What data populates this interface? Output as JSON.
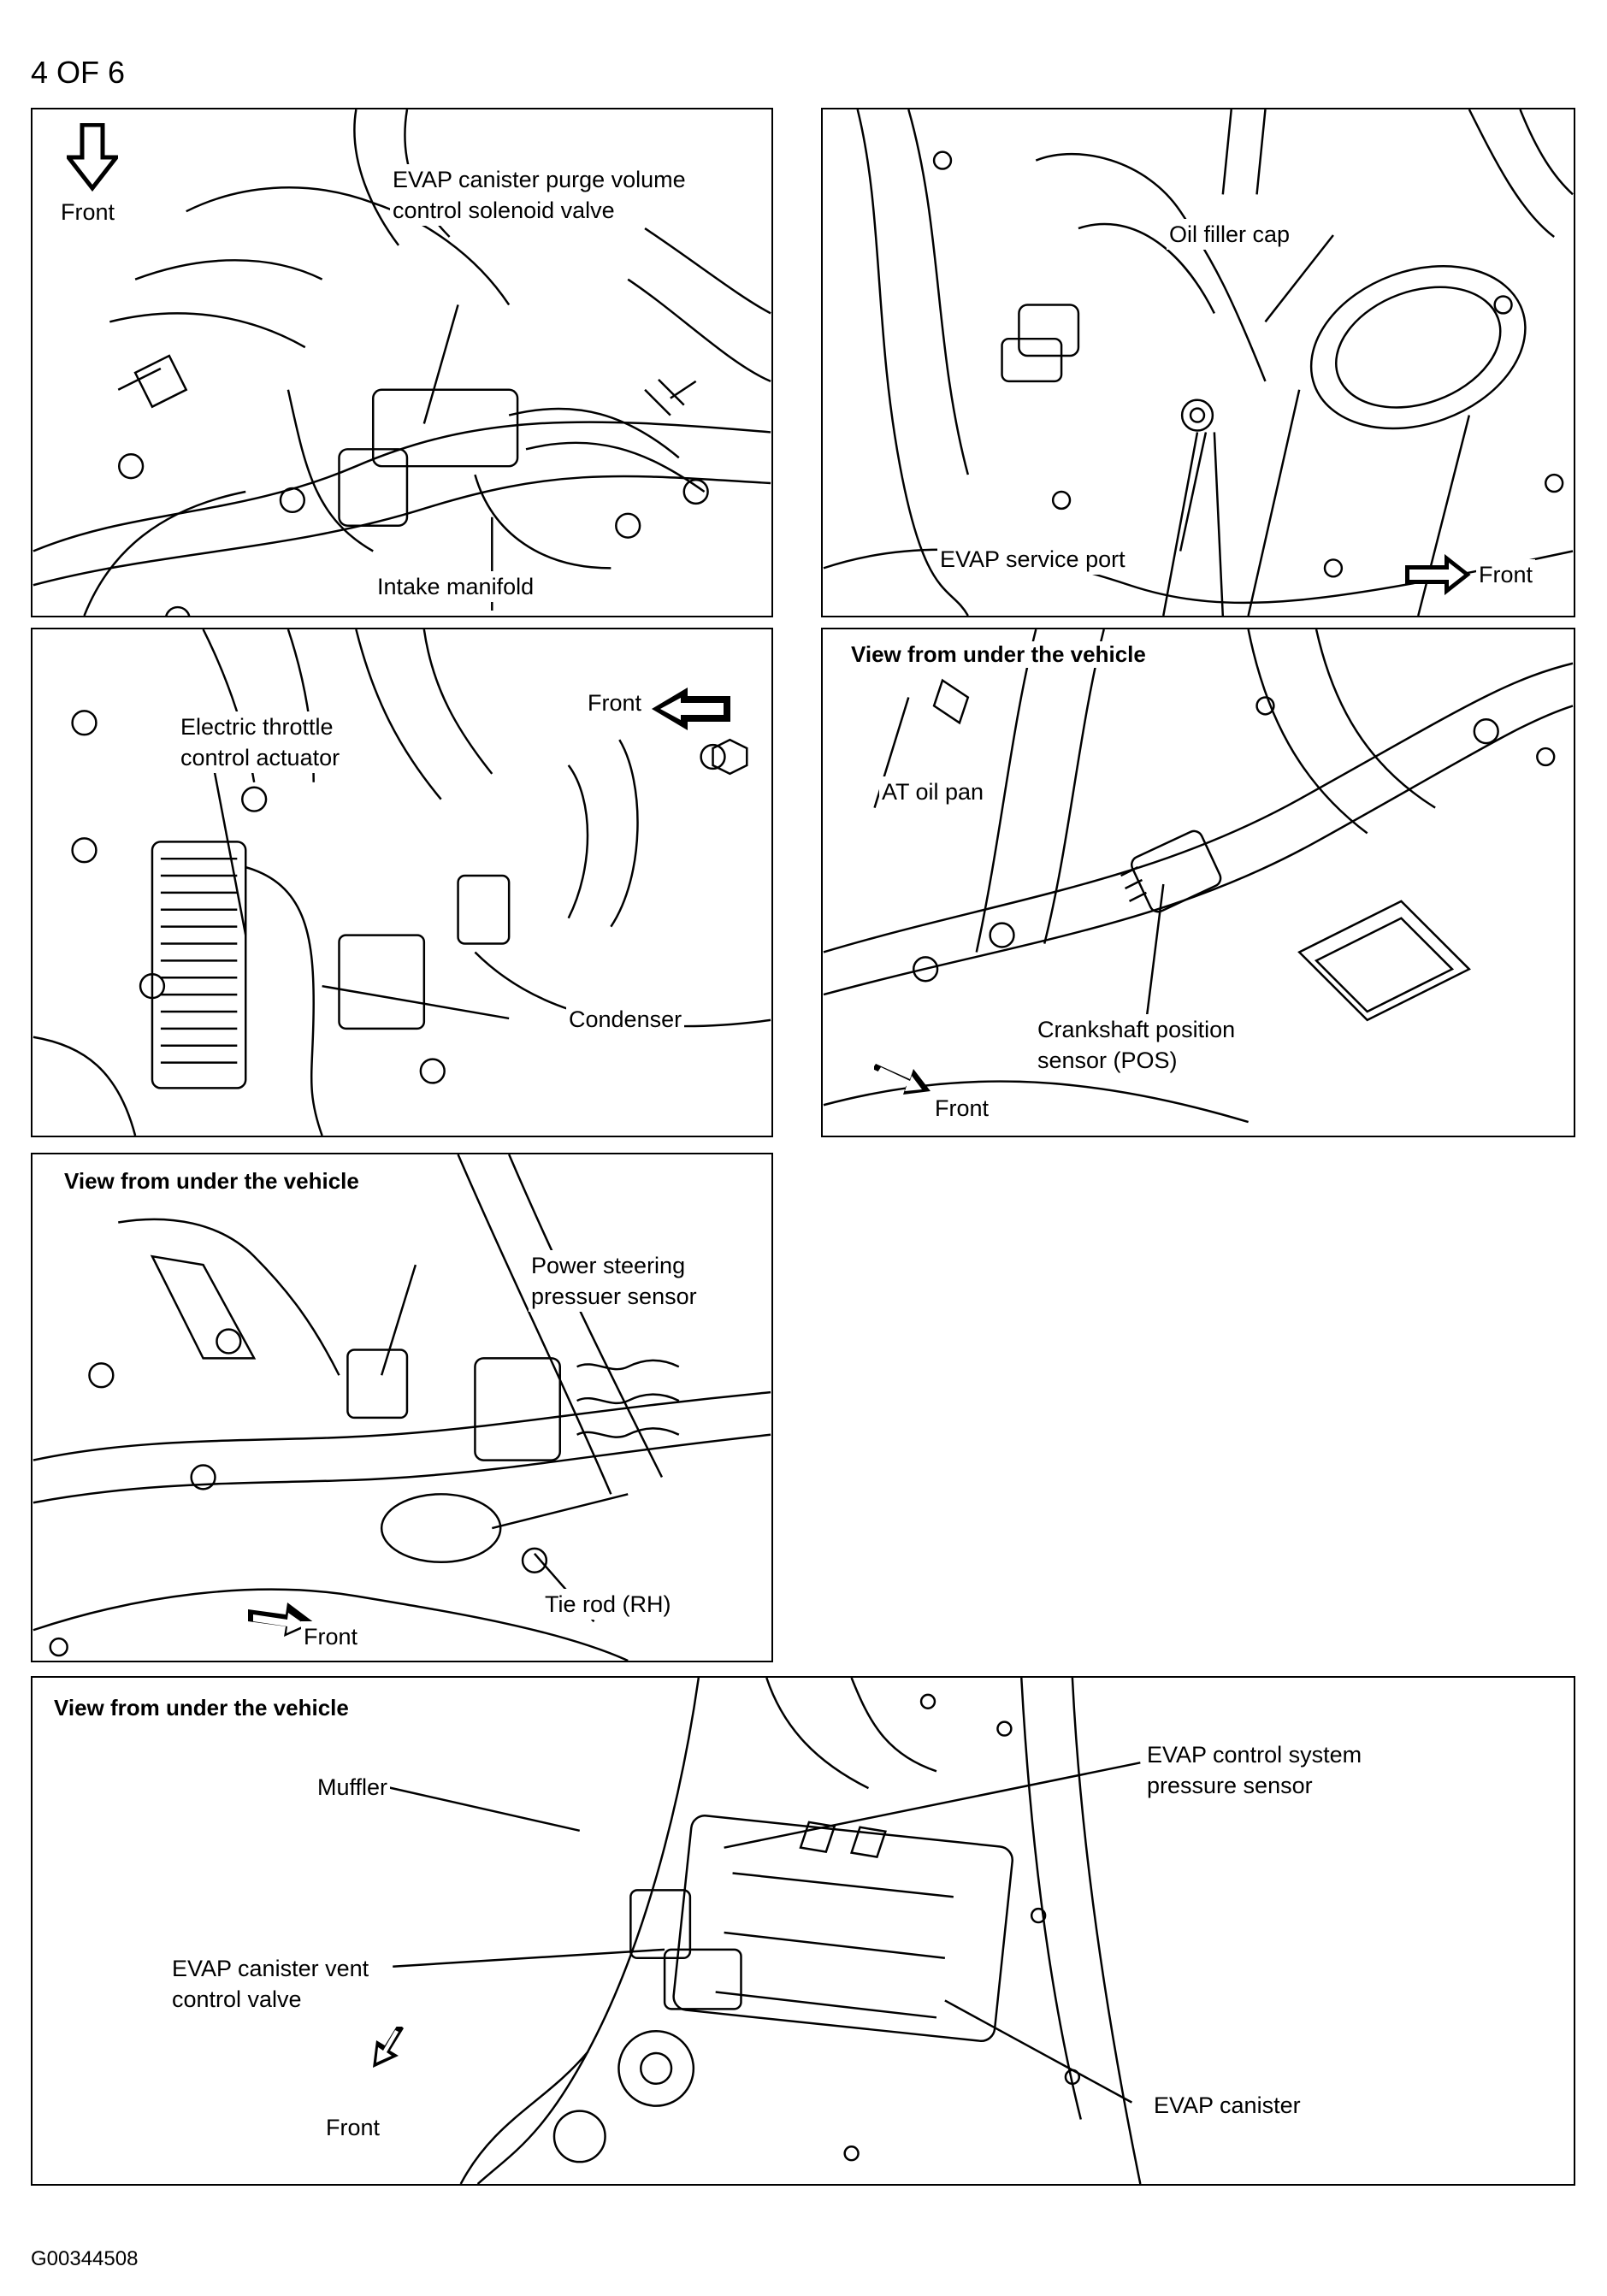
{
  "page": {
    "header": "4 OF 6",
    "footer_id": "G00344508"
  },
  "panels": {
    "purge_valve": {
      "front": "Front",
      "component": [
        "EVAP canister purge volume",
        "control solenoid valve"
      ],
      "manifold": "Intake manifold"
    },
    "service_port": {
      "filler_cap": "Oil filler cap",
      "service_port": "EVAP service port",
      "front": "Front"
    },
    "throttle": {
      "front": "Front",
      "actuator": [
        "Electric throttle",
        "control actuator"
      ],
      "condenser": "Condenser"
    },
    "crankshaft": {
      "heading": "View from under the vehicle",
      "oil_pan": "AT oil pan",
      "sensor": [
        "Crankshaft position",
        "sensor (POS)"
      ],
      "front": "Front"
    },
    "power_steering": {
      "heading": "View from under the vehicle",
      "sensor": [
        "Power steering",
        "pressuer sensor"
      ],
      "tie_rod": "Tie rod (RH)",
      "front": "Front"
    },
    "evap_canister": {
      "heading": "View from under the vehicle",
      "muffler": "Muffler",
      "pressure_sensor": [
        "EVAP control system",
        "pressure sensor"
      ],
      "vent_valve": [
        "EVAP canister vent",
        "control valve"
      ],
      "canister": "EVAP canister",
      "front": "Front"
    }
  }
}
